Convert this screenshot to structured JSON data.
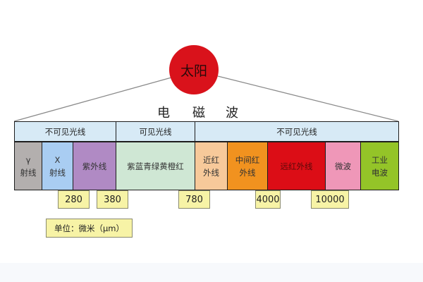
{
  "sun": {
    "label": "太阳",
    "color": "#d9121b"
  },
  "title": {
    "chars": [
      "电",
      "磁",
      "波"
    ]
  },
  "categories": [
    {
      "label": "不可见光线",
      "color": "#d7eaf6"
    },
    {
      "label": "可见光线",
      "color": "#d7eaf6"
    },
    {
      "label": "不可见光线",
      "color": "#d7eaf6"
    }
  ],
  "bands": [
    {
      "line1": "γ",
      "line2": "射线",
      "color": "#b3afae"
    },
    {
      "line1": "X",
      "line2": "射线",
      "color": "#a9cdf2"
    },
    {
      "line1": "紫外线",
      "line2": "",
      "color": "#b08ac4"
    },
    {
      "line1": "紫蓝青绿黄橙红",
      "line2": "",
      "color": "#cfe7d4"
    },
    {
      "line1": "近红",
      "line2": "外线",
      "color": "#f7c99a"
    },
    {
      "line1": "中间红",
      "line2": "外线",
      "color": "#f1921f"
    },
    {
      "line1": "远红外线",
      "line2": "",
      "color": "#dc0d16"
    },
    {
      "line1": "微波",
      "line2": "",
      "color": "#ef97b8"
    },
    {
      "line1": "工业",
      "line2": "电波",
      "color": "#94c428"
    }
  ],
  "boundaries": [
    "280",
    "380",
    "780",
    "4000",
    "10000"
  ],
  "unit": {
    "label": "单位：微米（μm）"
  }
}
